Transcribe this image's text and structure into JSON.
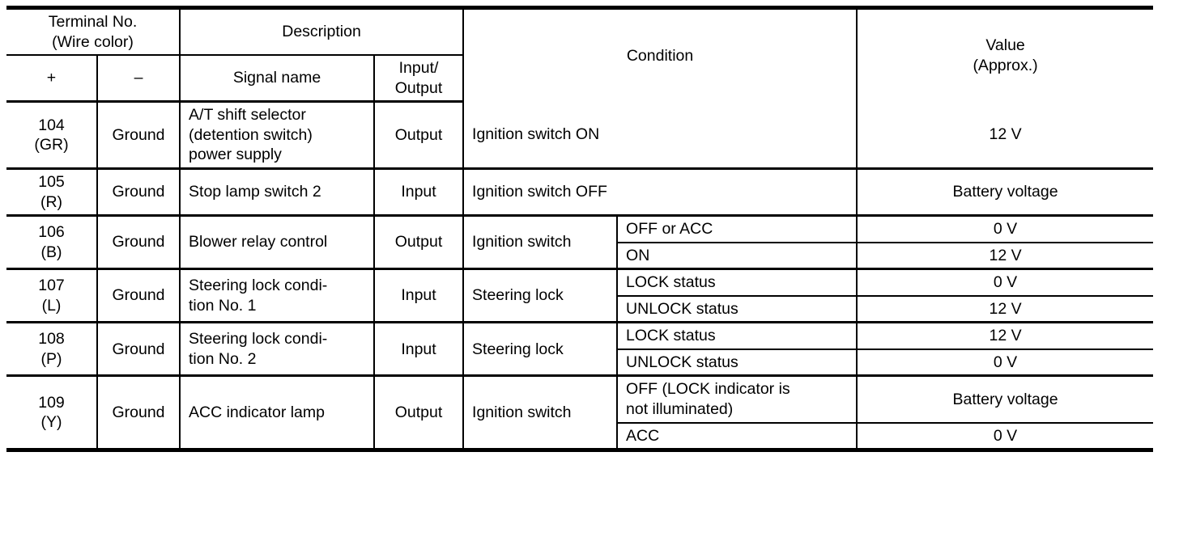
{
  "table": {
    "headers": {
      "terminal_group": "Terminal No.\n(Wire color)",
      "terminal_group_line1": "Terminal No.",
      "terminal_group_line2": "(Wire color)",
      "terminal_plus": "+",
      "terminal_minus": "–",
      "description": "Description",
      "signal_name": "Signal name",
      "input_output_line1": "Input/",
      "input_output_line2": "Output",
      "condition": "Condition",
      "value_line1": "Value",
      "value_line2": "(Approx.)"
    },
    "rows": [
      {
        "terminal_no": "104",
        "wire_color": "(GR)",
        "ground": "Ground",
        "signal_name_lines": [
          "A/T shift selector",
          "(detention switch)",
          "power supply"
        ],
        "input_output": "Output",
        "condition_split": false,
        "conditions": [
          {
            "condition": "Ignition switch ON",
            "sub": null,
            "value": "12 V"
          }
        ]
      },
      {
        "terminal_no": "105",
        "wire_color": "(R)",
        "ground": "Ground",
        "signal_name_lines": [
          "Stop lamp switch 2"
        ],
        "input_output": "Input",
        "condition_split": false,
        "conditions": [
          {
            "condition": "Ignition switch OFF",
            "sub": null,
            "value": "Battery voltage"
          }
        ]
      },
      {
        "terminal_no": "106",
        "wire_color": "(B)",
        "ground": "Ground",
        "signal_name_lines": [
          "Blower relay control"
        ],
        "input_output": "Output",
        "condition_split": true,
        "condition_label": "Ignition switch",
        "conditions": [
          {
            "sub": "OFF or ACC",
            "value": "0 V"
          },
          {
            "sub": "ON",
            "value": "12 V"
          }
        ]
      },
      {
        "terminal_no": "107",
        "wire_color": "(L)",
        "ground": "Ground",
        "signal_name_lines": [
          "Steering lock condi-",
          "tion No. 1"
        ],
        "input_output": "Input",
        "condition_split": true,
        "condition_label": "Steering lock",
        "conditions": [
          {
            "sub": "LOCK status",
            "value": "0 V"
          },
          {
            "sub": "UNLOCK status",
            "value": "12 V"
          }
        ]
      },
      {
        "terminal_no": "108",
        "wire_color": "(P)",
        "ground": "Ground",
        "signal_name_lines": [
          "Steering lock condi-",
          "tion No. 2"
        ],
        "input_output": "Input",
        "condition_split": true,
        "condition_label": "Steering lock",
        "conditions": [
          {
            "sub": "LOCK status",
            "value": "12 V"
          },
          {
            "sub": "UNLOCK status",
            "value": "0 V"
          }
        ]
      },
      {
        "terminal_no": "109",
        "wire_color": "(Y)",
        "ground": "Ground",
        "signal_name_lines": [
          "ACC indicator lamp"
        ],
        "input_output": "Output",
        "condition_split": true,
        "condition_label": "Ignition switch",
        "conditions": [
          {
            "sub": "OFF (LOCK indicator is\nnot illuminated)",
            "sub_lines": [
              "OFF (LOCK indicator is",
              "not illuminated)"
            ],
            "value": "Battery voltage"
          },
          {
            "sub": "ACC",
            "sub_lines": [
              "ACC"
            ],
            "value": "0 V"
          }
        ]
      }
    ]
  },
  "colors": {
    "rule": "#000000",
    "background": "#ffffff",
    "text": "#000000"
  }
}
